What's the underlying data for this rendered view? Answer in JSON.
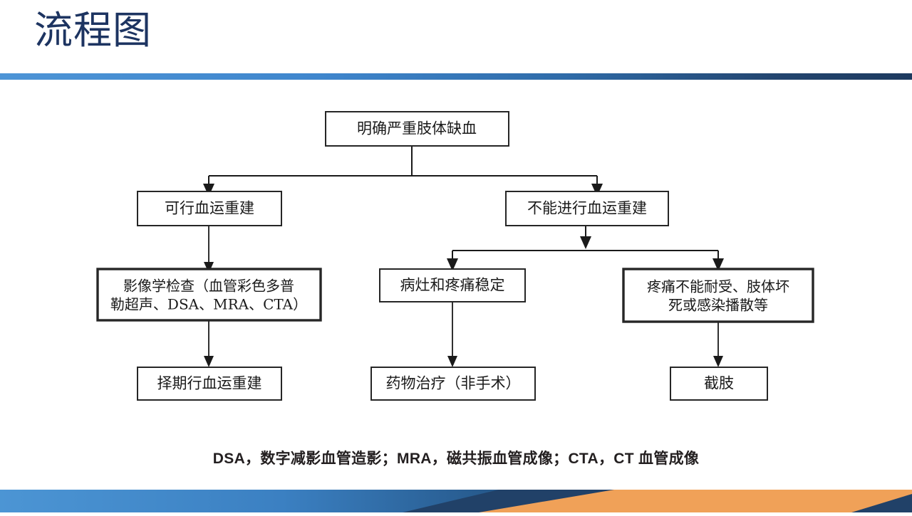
{
  "slide": {
    "title": "流程图",
    "title_color": "#1d3461",
    "divider_from_color": "#4d94d6",
    "divider_to_color": "#1d3a5f"
  },
  "chart_data": {
    "type": "diagram",
    "title": "流程图",
    "orientation": "top-down",
    "nodes": [
      {
        "id": "n1",
        "label": "明确严重肢体缺血",
        "lines": [
          "明确严重肢体缺血"
        ],
        "border": "thin"
      },
      {
        "id": "n2",
        "label": "可行血运重建",
        "lines": [
          "可行血运重建"
        ],
        "border": "thin"
      },
      {
        "id": "n3",
        "label": "不能进行血运重建",
        "lines": [
          "不能进行血运重建"
        ],
        "border": "thin"
      },
      {
        "id": "n4",
        "label": "影像学检查（血管彩色多普勒超声、DSA、MRA、CTA）",
        "lines": [
          "影像学检查（血管彩色多普",
          "勒超声、DSA、MRA、CTA）"
        ],
        "border": "thick"
      },
      {
        "id": "n5",
        "label": "病灶和疼痛稳定",
        "lines": [
          "病灶和疼痛稳定"
        ],
        "border": "thin"
      },
      {
        "id": "n6",
        "label": "疼痛不能耐受、肢体坏死或感染播散等",
        "lines": [
          "疼痛不能耐受、肢体坏",
          "死或感染播散等"
        ],
        "border": "thick"
      },
      {
        "id": "n7",
        "label": "择期行血运重建",
        "lines": [
          "择期行血运重建"
        ],
        "border": "thin"
      },
      {
        "id": "n8",
        "label": "药物治疗（非手术）",
        "lines": [
          "药物治疗（非手术）"
        ],
        "border": "thin"
      },
      {
        "id": "n9",
        "label": "截肢",
        "lines": [
          "截肢"
        ],
        "border": "thin"
      }
    ],
    "edges": [
      {
        "from": "n1",
        "to": "n2",
        "style": "elbow-arrow"
      },
      {
        "from": "n1",
        "to": "n3",
        "style": "elbow-arrow"
      },
      {
        "from": "n2",
        "to": "n4",
        "style": "straight-arrow"
      },
      {
        "from": "n3",
        "to": "n5",
        "style": "elbow-arrow"
      },
      {
        "from": "n3",
        "to": "n6",
        "style": "elbow-arrow"
      },
      {
        "from": "n4",
        "to": "n7",
        "style": "straight-arrow"
      },
      {
        "from": "n5",
        "to": "n8",
        "style": "straight-arrow"
      },
      {
        "from": "n6",
        "to": "n9",
        "style": "straight-arrow"
      }
    ],
    "caption": "DSA，数字减影血管造影；MRA，磁共振血管成像；CTA，CT 血管成像"
  },
  "footer": {
    "blue_color": "#4590d0",
    "blue_dark_color": "#2a6096",
    "orange_color": "#f0a158",
    "navy_color": "#214168"
  }
}
